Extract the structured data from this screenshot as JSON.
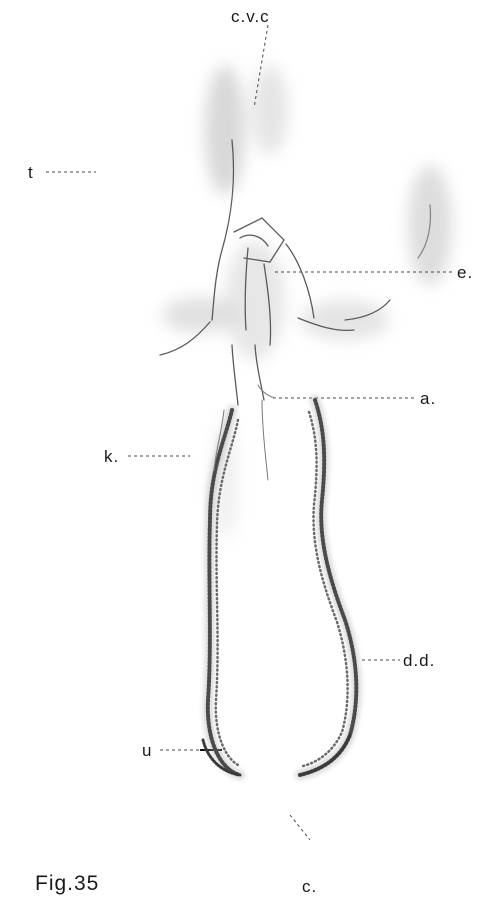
{
  "labels": {
    "cvc": "c.v.c",
    "t": "t",
    "e": "e.",
    "a": "a.",
    "k": "k.",
    "dd": "d.d.",
    "u": "u",
    "c": "c."
  },
  "caption": "Fig.35"
}
